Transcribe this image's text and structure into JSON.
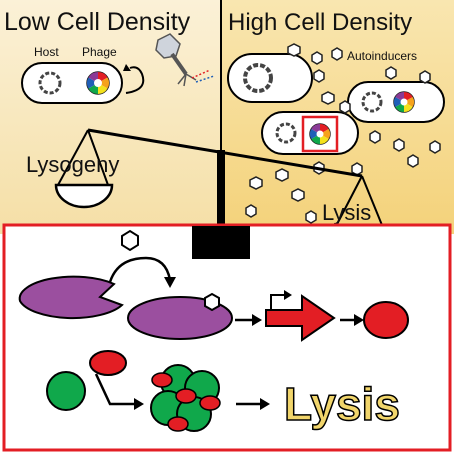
{
  "panel_left": {
    "title": "Low Cell Density",
    "host_label": "Host",
    "phage_label": "Phage"
  },
  "panel_right": {
    "title": "High Cell Density",
    "autoinducer_label": "Autoinducers"
  },
  "outcomes": {
    "left": "Lysogeny",
    "right": "Lysis"
  },
  "mechanism": {
    "result": "Lysis"
  },
  "colors": {
    "background_left": "#f7e7bf",
    "background_right": "#f7db94",
    "frame_red": "#e31e24",
    "receptor_purple": "#9b4f9f",
    "repressor_red": "#e31e24",
    "antirepressor_green": "#10a84b",
    "lysis_text": "#f1d56b"
  }
}
